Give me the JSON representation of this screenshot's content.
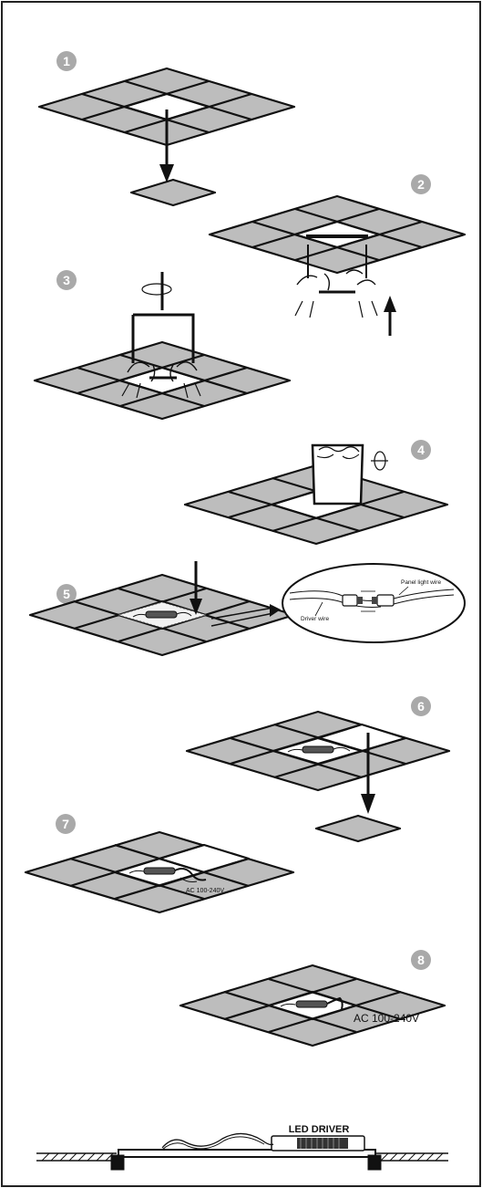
{
  "steps": [
    {
      "number": "1"
    },
    {
      "number": "2"
    },
    {
      "number": "3"
    },
    {
      "number": "4"
    },
    {
      "number": "5"
    },
    {
      "number": "6"
    },
    {
      "number": "7"
    },
    {
      "number": "8"
    }
  ],
  "labels": {
    "panel_light_wire": "Panel light wire",
    "driver_wire": "Driver wire",
    "ac_small": "AC 100-240V",
    "ac_large": "AC 100-240V",
    "led_driver": "LED DRIVER"
  },
  "colors": {
    "tile_fill": "#bdbdbd",
    "grid_stroke": "#111111",
    "badge_fill": "#a9a9a9",
    "badge_text": "#ffffff"
  }
}
